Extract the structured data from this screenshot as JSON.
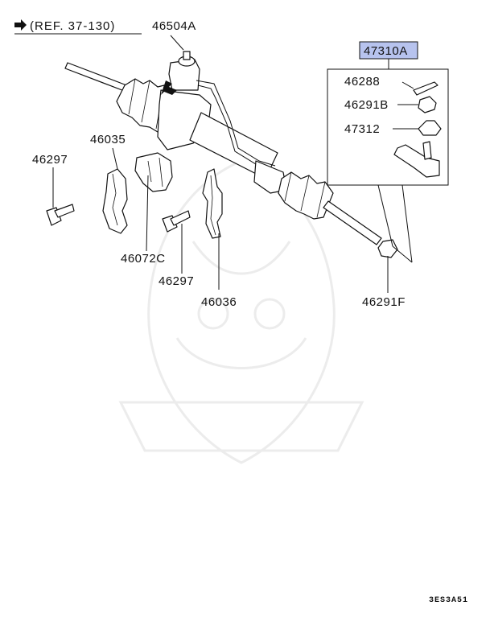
{
  "diagram": {
    "reference": "(REF. 37-130)",
    "code": "3ES3A51",
    "highlight_color": "#b7c3ee",
    "labels": {
      "p46504A": "46504A",
      "p47310A": "47310A",
      "p46288": "46288",
      "p46291B": "46291B",
      "p47312": "47312",
      "p46035": "46035",
      "p46297a": "46297",
      "p46072C": "46072C",
      "p46297b": "46297",
      "p46036": "46036",
      "p46291F": "46291F"
    }
  }
}
